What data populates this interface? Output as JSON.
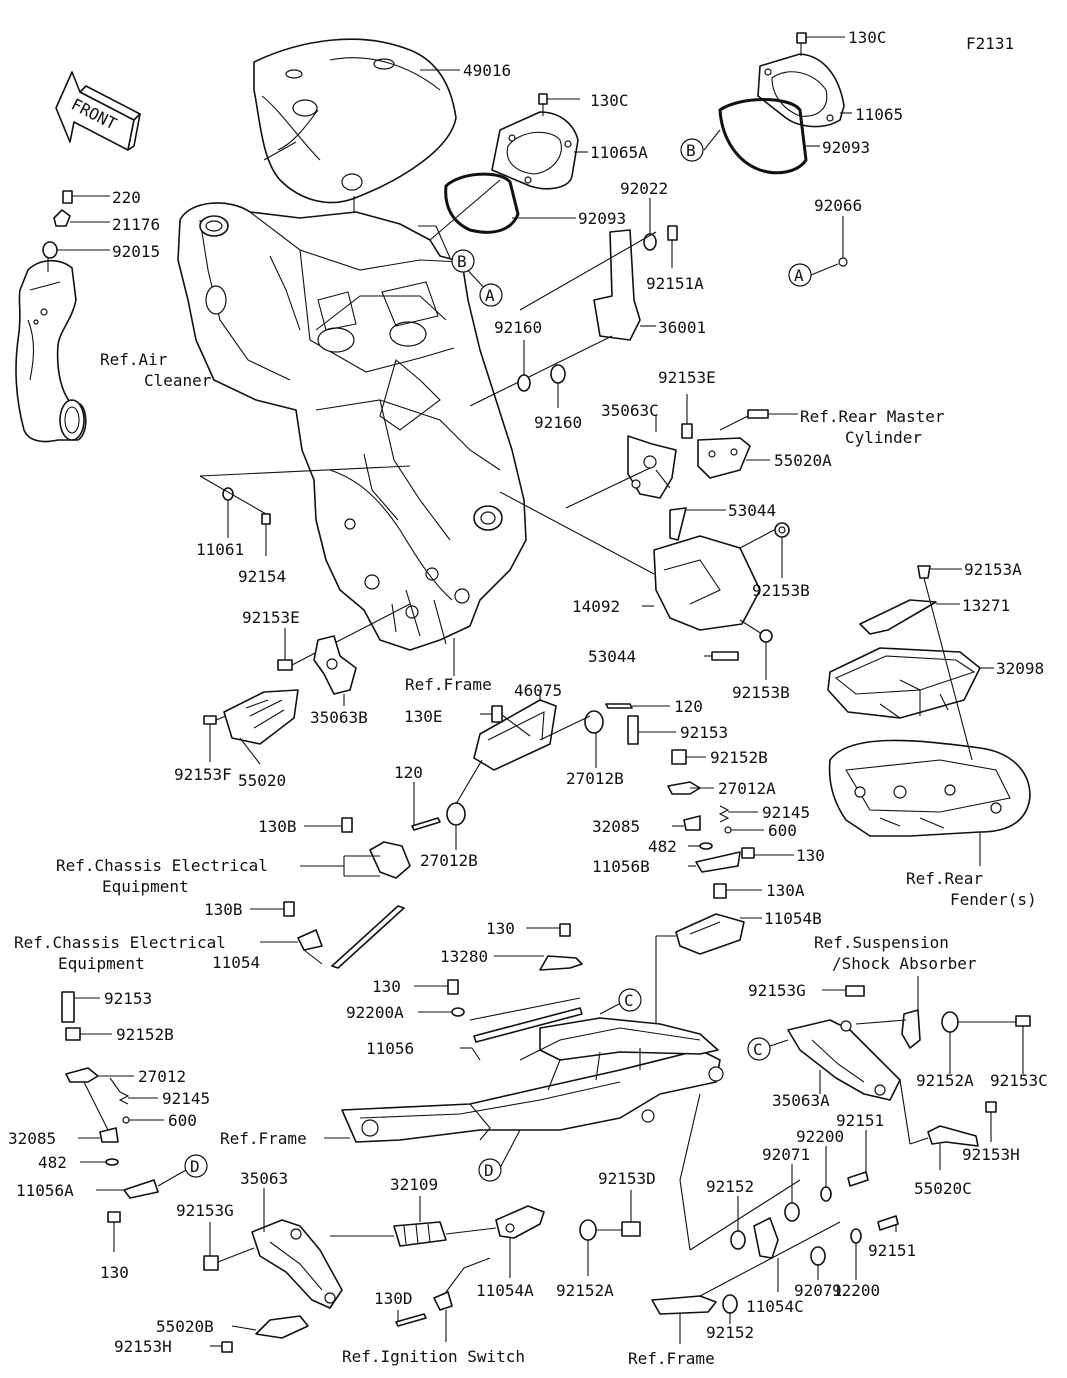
{
  "diagram": {
    "figure_code": "F2131",
    "front_label": "FRONT",
    "callout_letters": [
      "A",
      "B",
      "C",
      "D"
    ],
    "part_labels": [
      "130C",
      "49016",
      "11065A",
      "92093",
      "11065",
      "220",
      "21176",
      "92015",
      "92022",
      "92151A",
      "92066",
      "36001",
      "92160",
      "92153E",
      "Ref.Rear Master",
      "Cylinder",
      "35063C",
      "55020A",
      "53044",
      "11061",
      "92154",
      "92153B",
      "92153A",
      "13271",
      "14092",
      "32098",
      "Ref.Frame",
      "46075",
      "130E",
      "120",
      "92153",
      "92152B",
      "27012A",
      "35063B",
      "55020",
      "92153F",
      "27012B",
      "92145",
      "32085",
      "600",
      "482",
      "11056B",
      "130",
      "130B",
      "Ref.Chassis Electrical",
      "Equipment",
      "Ref.Rear",
      "Fender(s)",
      "130A",
      "11054B",
      "11054",
      "13280",
      "Ref.Suspension",
      "/Shock Absorber",
      "92153G",
      "92200A",
      "92152A",
      "92153C",
      "11056",
      "35063A",
      "27012",
      "92151",
      "92200",
      "92071",
      "92153H",
      "55020C",
      "11056A",
      "35063",
      "32109",
      "92153D",
      "92152",
      "130D",
      "11054A",
      "11054C",
      "55020B",
      "Ref.Ignition Switch",
      "Ref.Air",
      "Cleaner"
    ]
  }
}
